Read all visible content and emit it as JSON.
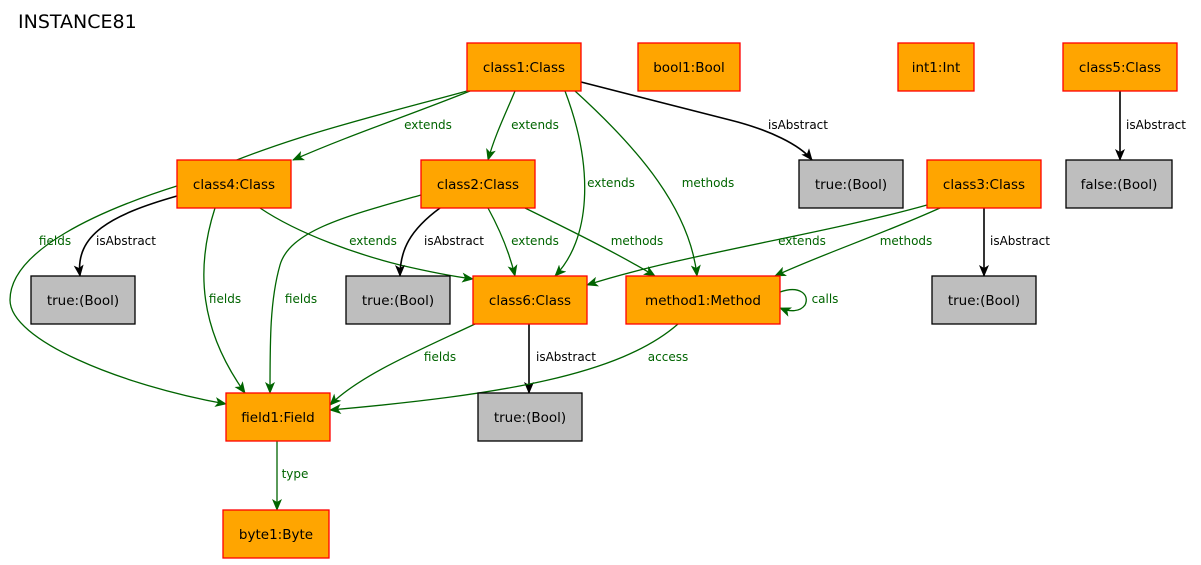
{
  "title": "INSTANCE81",
  "colors": {
    "object_fill": "#ffa500",
    "object_border": "#ff0000",
    "value_fill": "#bebebe",
    "value_border": "#000000",
    "link_green": "#006400",
    "link_black": "#000000"
  },
  "nodes": [
    {
      "id": "class1",
      "label": "class1:Class",
      "kind": "object"
    },
    {
      "id": "bool1",
      "label": "bool1:Bool",
      "kind": "object"
    },
    {
      "id": "int1",
      "label": "int1:Int",
      "kind": "object"
    },
    {
      "id": "class5",
      "label": "class5:Class",
      "kind": "object"
    },
    {
      "id": "class4",
      "label": "class4:Class",
      "kind": "object"
    },
    {
      "id": "class2",
      "label": "class2:Class",
      "kind": "object"
    },
    {
      "id": "trueA",
      "label": "true:(Bool)",
      "kind": "value"
    },
    {
      "id": "class3",
      "label": "class3:Class",
      "kind": "object"
    },
    {
      "id": "false5",
      "label": "false:(Bool)",
      "kind": "value"
    },
    {
      "id": "true4",
      "label": "true:(Bool)",
      "kind": "value"
    },
    {
      "id": "true2",
      "label": "true:(Bool)",
      "kind": "value"
    },
    {
      "id": "class6",
      "label": "class6:Class",
      "kind": "object"
    },
    {
      "id": "method1",
      "label": "method1:Method",
      "kind": "object"
    },
    {
      "id": "true3",
      "label": "true:(Bool)",
      "kind": "value"
    },
    {
      "id": "field1",
      "label": "field1:Field",
      "kind": "object"
    },
    {
      "id": "true6",
      "label": "true:(Bool)",
      "kind": "value"
    },
    {
      "id": "byte1",
      "label": "byte1:Byte",
      "kind": "object"
    }
  ],
  "edges": [
    {
      "id": "c1-fields",
      "from": "class1",
      "to": "field1",
      "label": "fields",
      "style": "green"
    },
    {
      "id": "c1-extends-c4",
      "from": "class1",
      "to": "class4",
      "label": "extends",
      "style": "green"
    },
    {
      "id": "c1-extends-c2",
      "from": "class1",
      "to": "class2",
      "label": "extends",
      "style": "green"
    },
    {
      "id": "c1-extends-c6",
      "from": "class1",
      "to": "class6",
      "label": "extends",
      "style": "green"
    },
    {
      "id": "c1-methods",
      "from": "class1",
      "to": "method1",
      "label": "methods",
      "style": "green"
    },
    {
      "id": "c1-isabstract",
      "from": "class1",
      "to": "trueA",
      "label": "isAbstract",
      "style": "black"
    },
    {
      "id": "c5-isabstract",
      "from": "class5",
      "to": "false5",
      "label": "isAbstract",
      "style": "black"
    },
    {
      "id": "c4-isabstract",
      "from": "class4",
      "to": "true4",
      "label": "isAbstract",
      "style": "black"
    },
    {
      "id": "c4-fields",
      "from": "class4",
      "to": "field1",
      "label": "fields",
      "style": "green"
    },
    {
      "id": "c4-extends",
      "from": "class4",
      "to": "class6",
      "label": "extends",
      "style": "green"
    },
    {
      "id": "c2-fields",
      "from": "class2",
      "to": "field1",
      "label": "fields",
      "style": "green"
    },
    {
      "id": "c2-isabstract",
      "from": "class2",
      "to": "true2",
      "label": "isAbstract",
      "style": "black"
    },
    {
      "id": "c2-extends",
      "from": "class2",
      "to": "class6",
      "label": "extends",
      "style": "green"
    },
    {
      "id": "c2-methods",
      "from": "class2",
      "to": "method1",
      "label": "methods",
      "style": "green"
    },
    {
      "id": "c3-extends",
      "from": "class3",
      "to": "class6",
      "label": "extends",
      "style": "green"
    },
    {
      "id": "c3-methods",
      "from": "class3",
      "to": "method1",
      "label": "methods",
      "style": "green"
    },
    {
      "id": "c3-isabstract",
      "from": "class3",
      "to": "true3",
      "label": "isAbstract",
      "style": "black"
    },
    {
      "id": "m1-calls",
      "from": "method1",
      "to": "method1",
      "label": "calls",
      "style": "green"
    },
    {
      "id": "c6-fields",
      "from": "class6",
      "to": "field1",
      "label": "fields",
      "style": "green"
    },
    {
      "id": "c6-isabstract",
      "from": "class6",
      "to": "true6",
      "label": "isAbstract",
      "style": "black"
    },
    {
      "id": "m1-access",
      "from": "method1",
      "to": "field1",
      "label": "access",
      "style": "green"
    },
    {
      "id": "f1-type",
      "from": "field1",
      "to": "byte1",
      "label": "type",
      "style": "green"
    }
  ]
}
